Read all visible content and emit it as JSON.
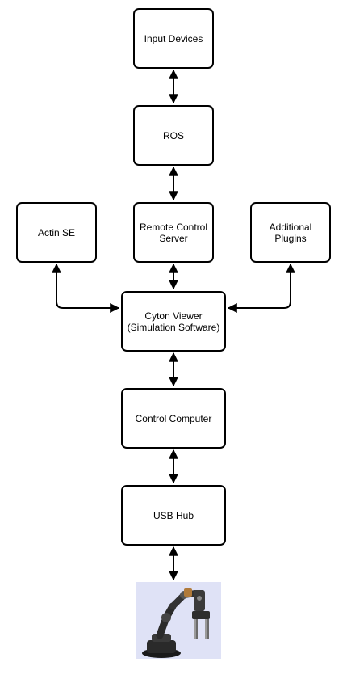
{
  "nodes": {
    "input_devices": "Input Devices",
    "ros": "ROS",
    "actin_se": "Actin SE",
    "remote_control_server": "Remote Control\nServer",
    "additional_plugins": "Additional\nPlugins",
    "cyton_viewer": "Cyton Viewer\n(Simulation Software)",
    "control_computer": "Control Computer",
    "usb_hub": "USB Hub"
  },
  "edges": [
    [
      "input_devices",
      "ros"
    ],
    [
      "ros",
      "remote_control_server"
    ],
    [
      "remote_control_server",
      "cyton_viewer"
    ],
    [
      "actin_se",
      "cyton_viewer"
    ],
    [
      "additional_plugins",
      "cyton_viewer"
    ],
    [
      "cyton_viewer",
      "control_computer"
    ],
    [
      "control_computer",
      "usb_hub"
    ],
    [
      "usb_hub",
      "robot_arm"
    ]
  ],
  "robot_arm_image": "robot-arm"
}
